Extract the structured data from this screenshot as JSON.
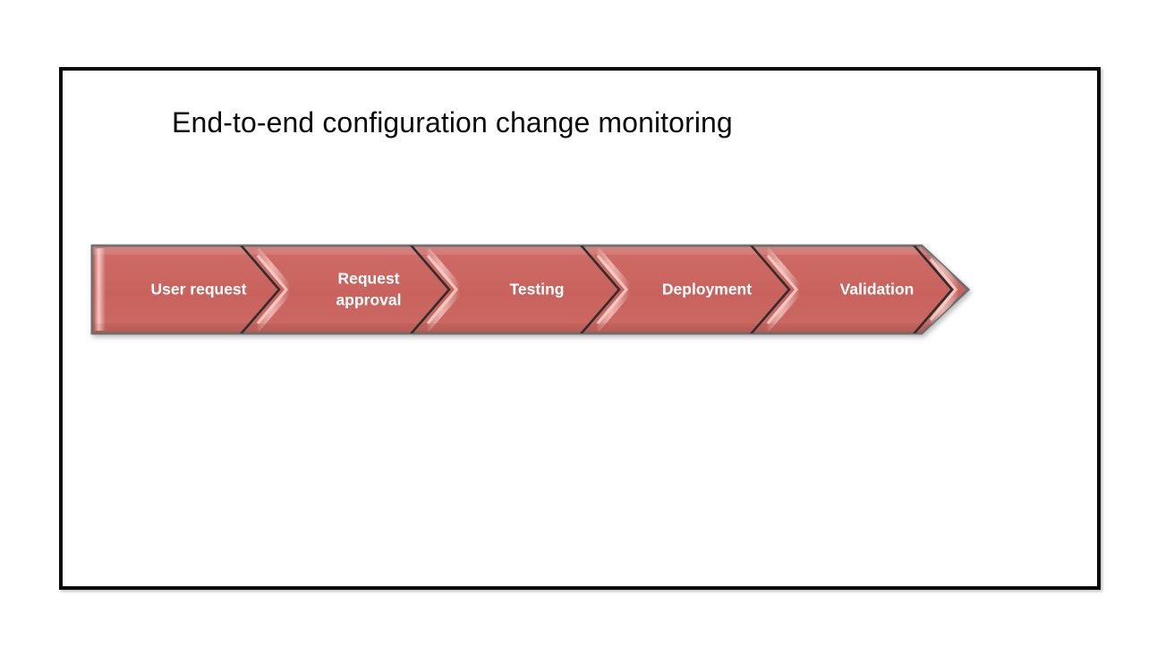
{
  "slide": {
    "title": "End-to-end configuration change monitoring",
    "background_color": "#ffffff",
    "border_color": "#0a0a0a"
  },
  "process_flow": {
    "name": "chevron-process-flow",
    "shape": "chevron-arrow",
    "fill_color": "#cb6560",
    "edge_color": "#6f6f6f",
    "separator_color": "#2e2e2e",
    "highlight_color": "#eda9a3",
    "label_color": "#ffffff",
    "direction": "left-to-right",
    "steps": [
      {
        "label": "User request",
        "lines": [
          "User request"
        ]
      },
      {
        "label": "Request approval",
        "lines": [
          "Request",
          "approval"
        ]
      },
      {
        "label": "Testing",
        "lines": [
          "Testing"
        ]
      },
      {
        "label": "Deployment",
        "lines": [
          "Deployment"
        ]
      },
      {
        "label": "Validation",
        "lines": [
          "Validation"
        ]
      }
    ]
  }
}
